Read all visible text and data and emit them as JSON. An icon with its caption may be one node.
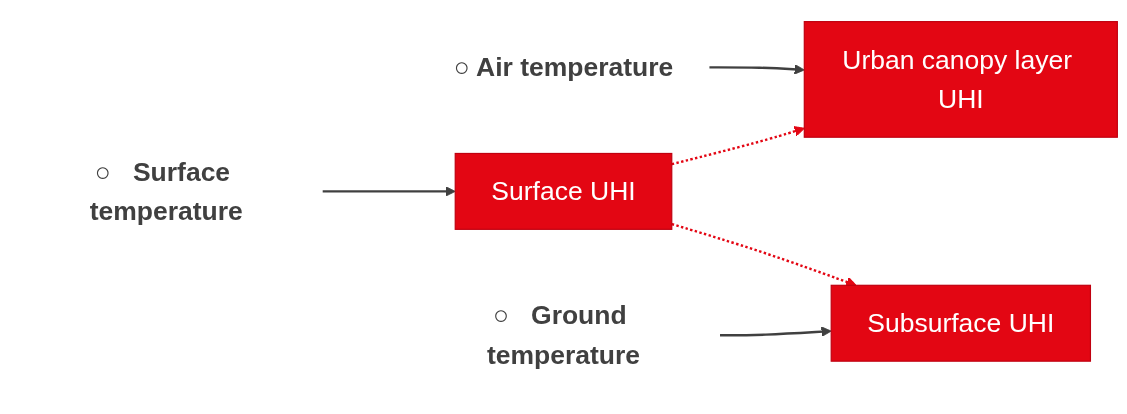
{
  "diagram": {
    "nodes": [
      {
        "text": [
          "Air temperature"
        ],
        "beside": [
          "○"
        ]
      },
      {
        "text": [
          "Urban canopy layer UHI"
        ]
      },
      {
        "text": [
          "Surface temperature"
        ],
        "beside": [
          "○"
        ]
      },
      {
        "text": [
          "Surface UHI"
        ]
      },
      {
        "text": [
          "Ground temperature"
        ],
        "beside": [
          "○"
        ]
      },
      {
        "text": [
          "Subsurface UHI"
        ]
      }
    ],
    "edges": [
      {
        "from": 0,
        "to": 1,
        "arrow": "to"
      },
      {
        "from": 2,
        "to": 3,
        "arrow": "to"
      },
      {
        "from": 4,
        "to": 5,
        "arrow": "to"
      },
      {
        "from": 3,
        "to": 1,
        "arrow": "to",
        "style": "dashed",
        "color": "#e30613"
      },
      {
        "from": 3,
        "to": 5,
        "arrow": "to",
        "style": "dashed",
        "color": "#e30613"
      }
    ]
  }
}
